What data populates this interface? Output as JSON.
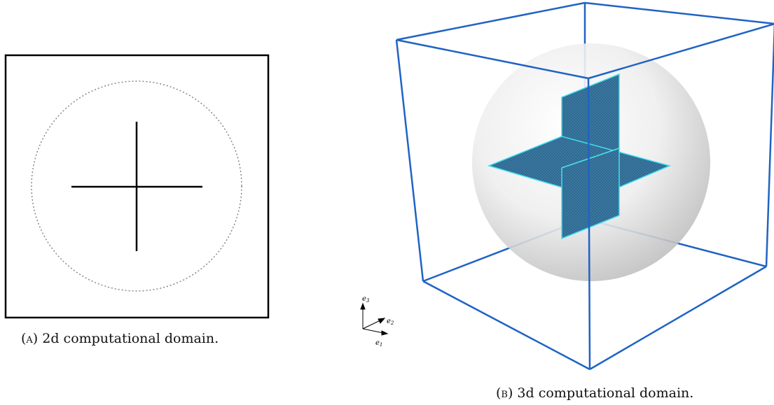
{
  "figure_a": {
    "caption_tag": "(a)",
    "caption_text": " 2d computational domain."
  },
  "figure_b": {
    "caption_tag": "(b)",
    "caption_text": " 3d computational domain.",
    "axes": {
      "e1": "e",
      "e1_sub": "1",
      "e2": "e",
      "e2_sub": "2",
      "e3": "e",
      "e3_sub": "3"
    }
  },
  "colors": {
    "frame": "#000000",
    "circle_dotted": "#808080",
    "cube_edges": "#1f63c4",
    "sphere": "#dcdcdc",
    "mesh_fill": "#3d7ea6",
    "mesh_edge": "#40e0f0",
    "intersection": "#e6e640"
  }
}
